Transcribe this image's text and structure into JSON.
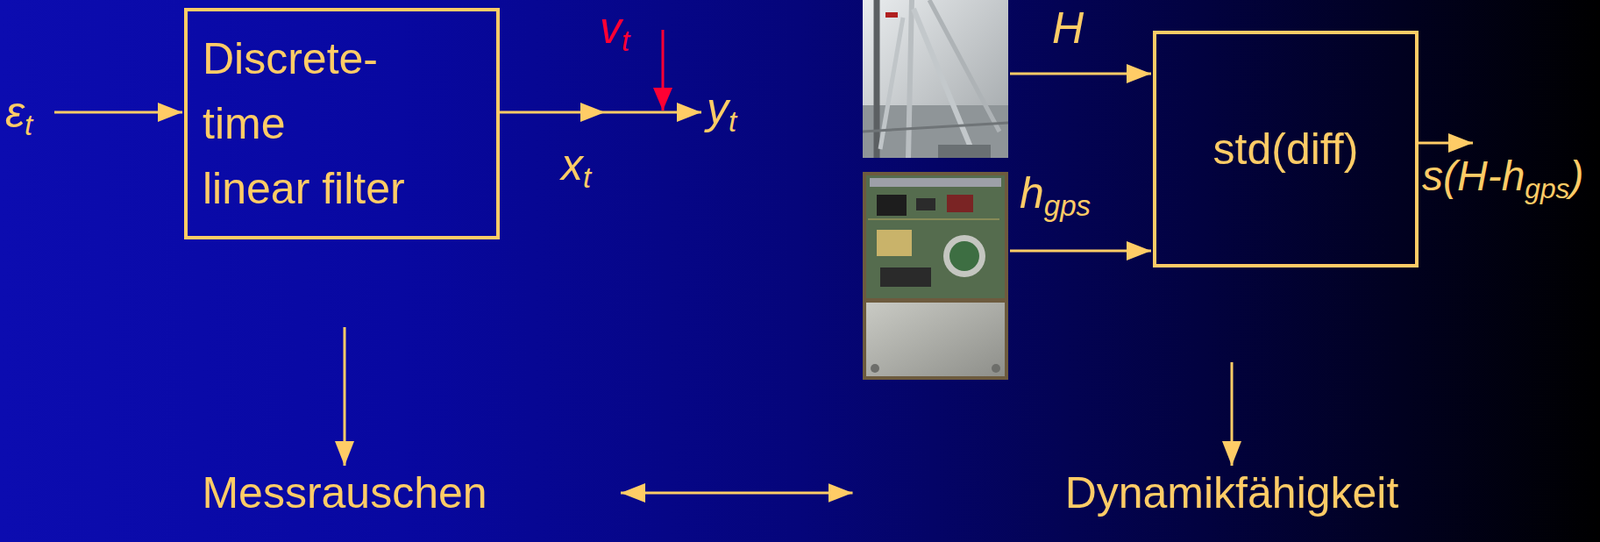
{
  "diagram": {
    "nodes": [
      {
        "text": [
          "Discrete-time linear filter"
        ]
      },
      {
        "text": [
          "std(diff)"
        ]
      },
      {
        "text": [
          "Messrauschen"
        ]
      },
      {
        "text": [
          "Dynamikfähigkeit"
        ]
      }
    ],
    "edges": [
      {
        "from": 0,
        "to": 2,
        "arrow": "to"
      },
      {
        "from": 1,
        "to": 3,
        "arrow": "to"
      },
      {
        "from": 2,
        "to": 3,
        "arrow": "both"
      }
    ],
    "labels": [
      "εt",
      "xt",
      "vt",
      "yt",
      "H",
      "hgps",
      "s(H-hgps)"
    ]
  }
}
